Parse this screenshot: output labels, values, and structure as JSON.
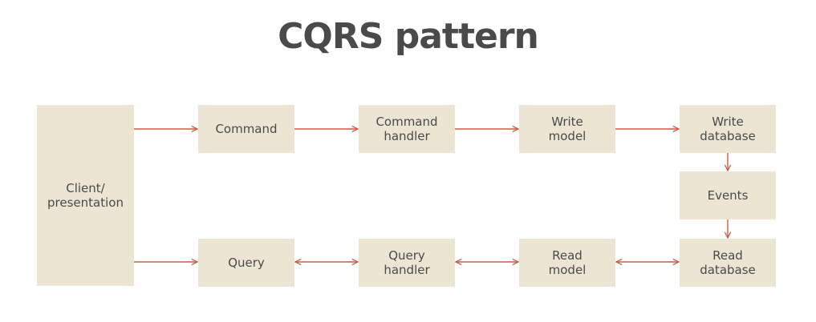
{
  "title": "CQRS pattern",
  "colors": {
    "box_fill": "#ece5d3",
    "text": "#4a4a4a",
    "arrow": "#d05a45",
    "background": "#ffffff"
  },
  "nodes": {
    "client": "Client/\npresentation",
    "command": "Command",
    "command_handler": "Command\nhandler",
    "write_model": "Write\nmodel",
    "write_database": "Write\ndatabase",
    "events": "Events",
    "query": "Query",
    "query_handler": "Query\nhandler",
    "read_model": "Read\nmodel",
    "read_database": "Read\ndatabase"
  },
  "edges": [
    {
      "from": "client",
      "to": "command",
      "direction": "forward"
    },
    {
      "from": "command",
      "to": "command_handler",
      "direction": "forward"
    },
    {
      "from": "command_handler",
      "to": "write_model",
      "direction": "forward"
    },
    {
      "from": "write_model",
      "to": "write_database",
      "direction": "forward"
    },
    {
      "from": "write_database",
      "to": "events",
      "direction": "forward"
    },
    {
      "from": "events",
      "to": "read_database",
      "direction": "forward"
    },
    {
      "from": "client",
      "to": "query",
      "direction": "forward"
    },
    {
      "from": "query",
      "to": "query_handler",
      "direction": "both"
    },
    {
      "from": "query_handler",
      "to": "read_model",
      "direction": "both"
    },
    {
      "from": "read_model",
      "to": "read_database",
      "direction": "both"
    }
  ]
}
